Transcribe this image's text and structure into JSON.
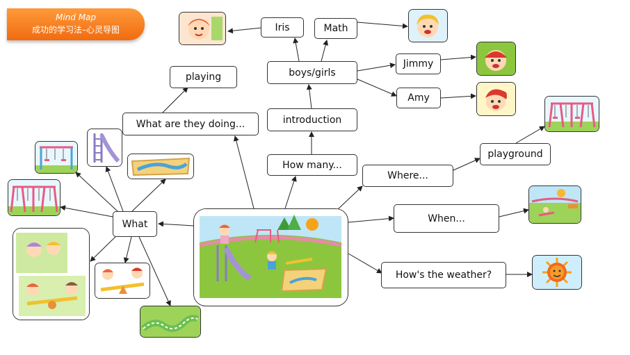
{
  "banner": {
    "title": "Mind Map",
    "subtitle": "成功的学习法–心灵导图"
  },
  "nodes": {
    "iris": "Iris",
    "math": "Math",
    "boys_girls": "boys/girls",
    "jimmy": "Jimmy",
    "amy": "Amy",
    "playing": "playing",
    "what_doing": "What are they doing...",
    "introduction": "introduction",
    "how_many": "How many...",
    "where": "Where...",
    "playground": "playground",
    "when": "When...",
    "weather": "How's the weather?",
    "what": "What"
  },
  "colors": {
    "banner": "#f57a1f",
    "border": "#333333",
    "grass": "#8cc63f",
    "sky": "#bfe6f7"
  },
  "icons": [
    "girl-face-icon",
    "boy-face-icon",
    "boy-cap-face-icon",
    "swing-icon",
    "slide-icon",
    "sandbox-icon",
    "seesaw-icon",
    "snake-path-icon",
    "sun-icon"
  ]
}
